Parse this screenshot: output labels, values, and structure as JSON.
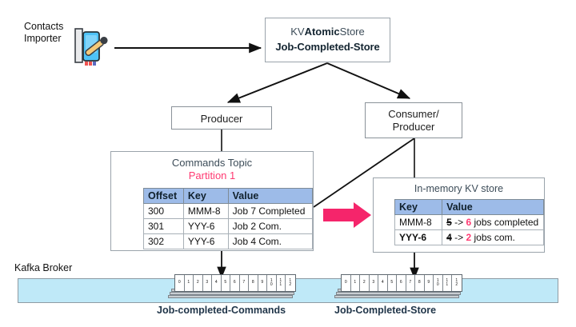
{
  "diagram": {
    "title": "Kafka Job-Completed Store Flow",
    "colors": {
      "pink": "#ff3a72",
      "table_header_blue": "#9dbbe8",
      "broker_blue": "#bfe9f8",
      "box_border": "#8a9299",
      "label_navy": "#1f3448"
    }
  },
  "importer": {
    "label_line1": "Contacts",
    "label_line2": "Importer",
    "icon": "contacts-importer-icon"
  },
  "kv_atomic_store": {
    "line1_prefix": "KV",
    "line1_bold": "Atomic",
    "line1_suffix": "Store",
    "line2": "Job-Completed-Store"
  },
  "producer": {
    "label": "Producer"
  },
  "consumer_producer": {
    "line1": "Consumer/",
    "line2": "Producer"
  },
  "commands_topic": {
    "title": "Commands Topic",
    "partition": "Partition 1",
    "table": {
      "headers": [
        "Offset",
        "Key",
        "Value"
      ],
      "rows": [
        [
          "300",
          "MMM-8",
          "Job 7 Completed"
        ],
        [
          "301",
          "YYY-6",
          "Job 2 Com."
        ],
        [
          "302",
          "YYY-6",
          "Job 4 Com."
        ]
      ]
    }
  },
  "in_memory_store": {
    "title": "In-memory KV store",
    "table": {
      "headers": [
        "Key",
        "Value"
      ],
      "rows": [
        {
          "key": "MMM-8",
          "key_pink": false,
          "old": "5",
          "new": "6",
          "suffix": "jobs completed"
        },
        {
          "key": "YYY-6",
          "key_pink": true,
          "old": "4",
          "new": "2",
          "suffix": "jobs com."
        }
      ]
    }
  },
  "kafka_broker": {
    "label": "Kafka Broker",
    "partitions": [
      {
        "name": "Job-completed-Commands",
        "cells": [
          "0",
          "1",
          "2",
          "3",
          "4",
          "5",
          "6",
          "7",
          "8",
          "9",
          "10",
          "11",
          "12"
        ]
      },
      {
        "name": "Job-Completed-Store",
        "cells": [
          "0",
          "1",
          "2",
          "3",
          "4",
          "5",
          "6",
          "7",
          "8",
          "9",
          "10",
          "11",
          "12"
        ]
      }
    ]
  },
  "arrows": {
    "importer_to_store": "arrow-right",
    "store_to_producer": "arrow-down-left",
    "store_to_consumer": "arrow-down-right",
    "topic_to_memory": "pink-block-arrow-right",
    "producer_to_topic": "line-down",
    "consumer_to_memory": "line-down",
    "consumer_to_broker": "line-down-left",
    "memory_to_broker": "arrow-down"
  }
}
